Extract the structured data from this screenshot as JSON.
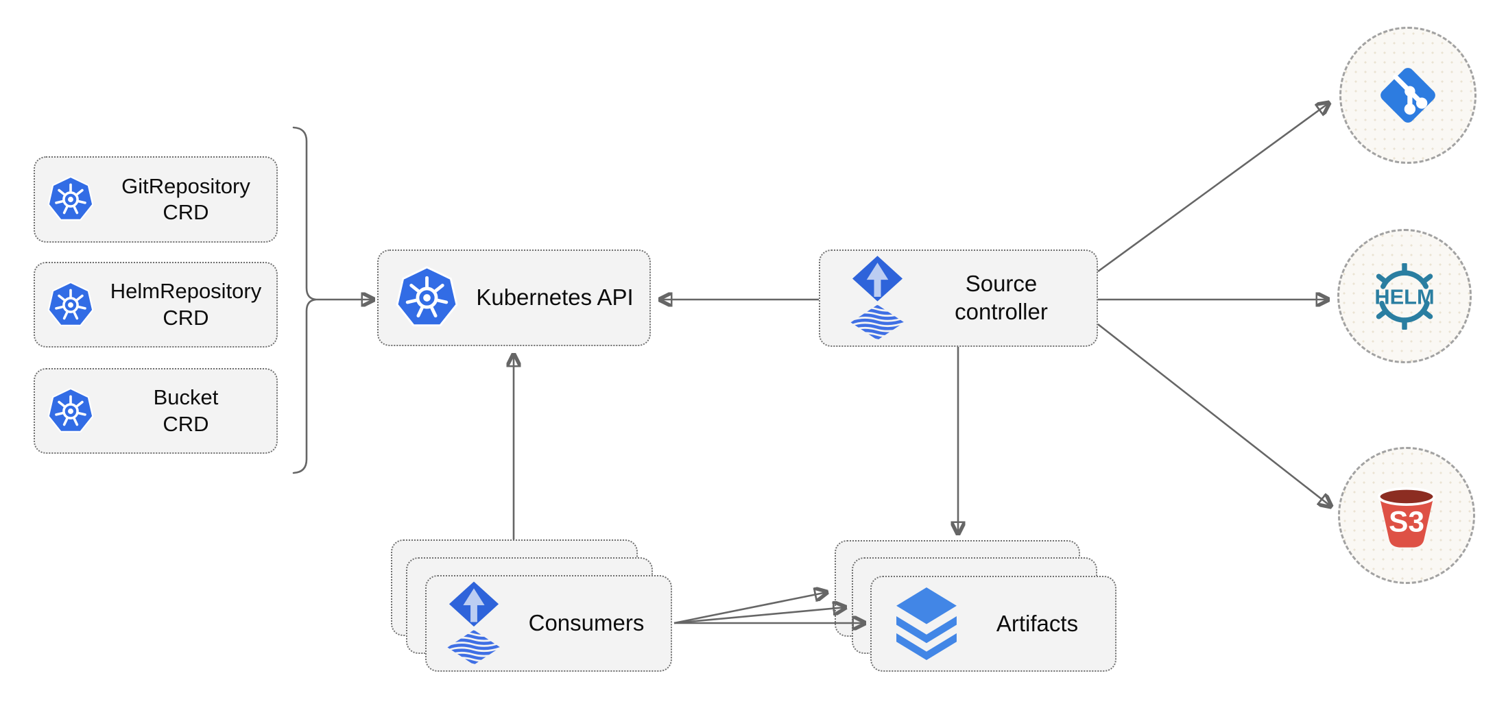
{
  "nodes": {
    "git_repository_crd": {
      "label": "GitRepository\nCRD",
      "icon": "kubernetes"
    },
    "helm_repository_crd": {
      "label": "HelmRepository\nCRD",
      "icon": "kubernetes"
    },
    "bucket_crd": {
      "label": "Bucket\nCRD",
      "icon": "kubernetes"
    },
    "kubernetes_api": {
      "label": "Kubernetes API",
      "icon": "kubernetes"
    },
    "source_controller": {
      "label": "Source\ncontroller",
      "icon": "flux-source-controller"
    },
    "consumers": {
      "label": "Consumers",
      "icon": "flux-source-controller",
      "stacked": 3
    },
    "artifacts": {
      "label": "Artifacts",
      "icon": "layers",
      "stacked": 3
    },
    "git_endpoint": {
      "label": "",
      "icon": "git-logo"
    },
    "helm_endpoint": {
      "label": "HELM",
      "icon": "helm-logo"
    },
    "s3_endpoint": {
      "label": "S3",
      "icon": "s3-bucket"
    }
  },
  "colors": {
    "box_fill": "#f3f3f3",
    "box_border": "#6f6f6f",
    "circle_fill": "#faf8f4",
    "circle_dot": "#ebe3d3",
    "circle_border": "#a2a2a2",
    "arrow_gray": "#666666",
    "label_color": "#0d0d0d",
    "k8s_blue": "#326ce5",
    "flux_blue": "#2e63da",
    "flux_light": "#bccdf2",
    "flux_stripe": "#3f6fe4",
    "layers_blue": "#4286e6",
    "git_blue": "#2d7ce0",
    "helm_teal": "#2a7ea1",
    "s3_red": "#de5145",
    "s3_dark_red": "#8c2d22"
  }
}
